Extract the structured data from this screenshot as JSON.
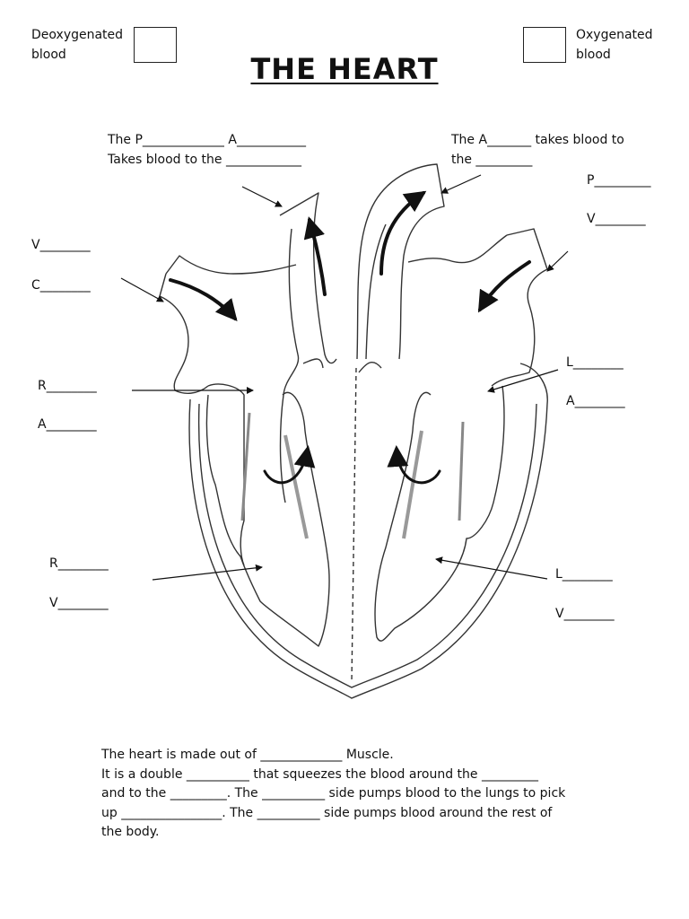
{
  "key": {
    "deoxygenated_label": "Deoxygenated\nblood",
    "oxygenated_label": "Oxygenated\nblood"
  },
  "title": "THE HEART",
  "labels": {
    "pulmonary_artery": "The P_____________ A___________\nTakes blood to the ____________",
    "aorta": "The A_______ takes blood to\nthe _________",
    "pulmonary_vein_p": "P_________",
    "pulmonary_vein_v": "V________",
    "vena_cava_v": "V________",
    "vena_cava_c": "C________",
    "right_atrium_r": "R________",
    "right_atrium_a": "A________",
    "left_atrium_l": "L________",
    "left_atrium_a": "A________",
    "right_ventricle_r": "R________",
    "right_ventricle_v": "V________",
    "left_ventricle_l": "L________",
    "left_ventricle_v": "V________"
  },
  "bottom_text": [
    "The heart is made out of _____________ Muscle.",
    "It is a double __________ that squeezes the blood around the _________",
    "and to the _________. The __________ side pumps blood to the lungs to pick",
    "up ________________. The __________ side pumps blood around the rest of",
    "the body."
  ]
}
